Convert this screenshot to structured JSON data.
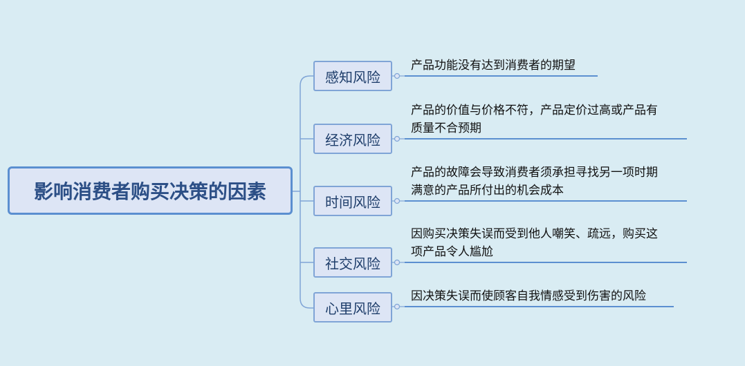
{
  "root": {
    "label": "影响消费者购买决策的因素"
  },
  "branches": [
    {
      "label": "感知风险",
      "detail": "产品功能没有达到消费者的期望"
    },
    {
      "label": "经济风险",
      "detail": "产品的价值与价格不符，产品定价过高或产品有\n质量不合预期"
    },
    {
      "label": "时间风险",
      "detail": "产品的故障会导致消费者须承担寻找另一项时期\n满意的产品所付出的机会成本"
    },
    {
      "label": "社交风险",
      "detail": "因购买决策失误而受到他人嘲笑、疏远，购买这\n项产品令人尴尬"
    },
    {
      "label": "心里风险",
      "detail": "因决策失误而使顾客自我情感受到伤害的风险"
    }
  ],
  "colors": {
    "background": "#d9ecf3",
    "node_fill": "#dde5f5",
    "root_border": "#5b8fd0",
    "branch_border": "#7fa4d6",
    "connector": "#7fa4d6",
    "underline": "#5b8fd0",
    "root_text": "#2c4f86"
  }
}
